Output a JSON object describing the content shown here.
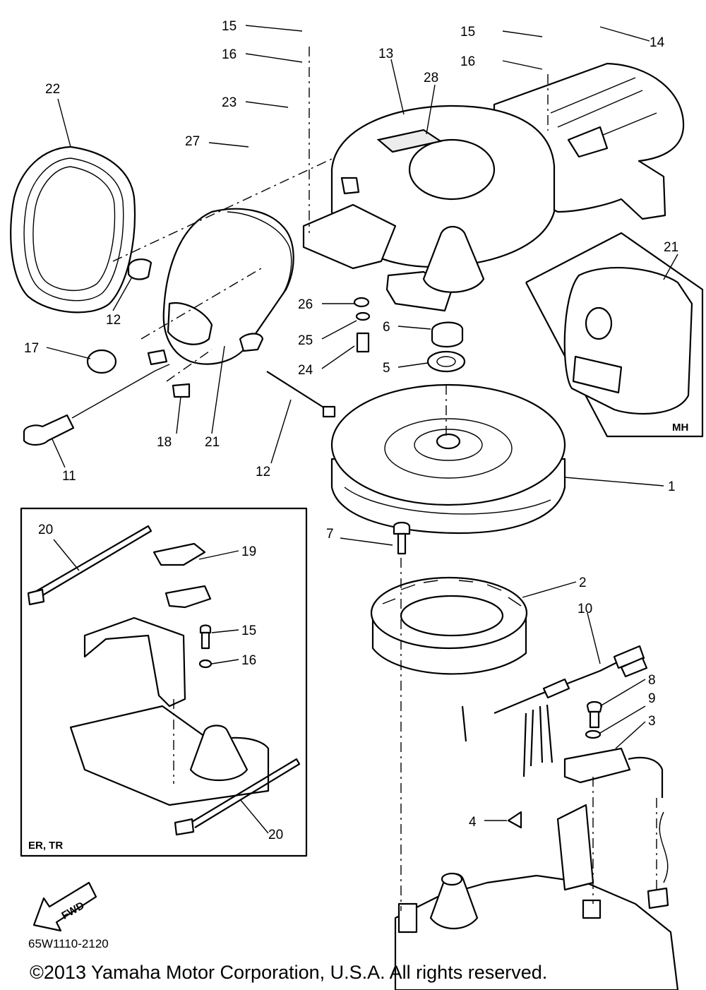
{
  "callouts": [
    {
      "id": "c15a",
      "text": "15"
    },
    {
      "id": "c16a",
      "text": "16"
    },
    {
      "id": "c13",
      "text": "13"
    },
    {
      "id": "c15b",
      "text": "15"
    },
    {
      "id": "c14",
      "text": "14"
    },
    {
      "id": "c16b",
      "text": "16"
    },
    {
      "id": "c22",
      "text": "22"
    },
    {
      "id": "c23",
      "text": "23"
    },
    {
      "id": "c28",
      "text": "28"
    },
    {
      "id": "c27",
      "text": "27"
    },
    {
      "id": "c21a",
      "text": "21"
    },
    {
      "id": "c12a",
      "text": "12"
    },
    {
      "id": "c26",
      "text": "26"
    },
    {
      "id": "c6",
      "text": "6"
    },
    {
      "id": "c25",
      "text": "25"
    },
    {
      "id": "c17",
      "text": "17"
    },
    {
      "id": "c24",
      "text": "24"
    },
    {
      "id": "c5",
      "text": "5"
    },
    {
      "id": "c18",
      "text": "18"
    },
    {
      "id": "c21b",
      "text": "21"
    },
    {
      "id": "c12b",
      "text": "12"
    },
    {
      "id": "c11",
      "text": "11"
    },
    {
      "id": "c1",
      "text": "1"
    },
    {
      "id": "c20a",
      "text": "20"
    },
    {
      "id": "c7",
      "text": "7"
    },
    {
      "id": "c19",
      "text": "19"
    },
    {
      "id": "c2",
      "text": "2"
    },
    {
      "id": "c10",
      "text": "10"
    },
    {
      "id": "c15c",
      "text": "15"
    },
    {
      "id": "c16c",
      "text": "16"
    },
    {
      "id": "c8",
      "text": "8"
    },
    {
      "id": "c9",
      "text": "9"
    },
    {
      "id": "c3",
      "text": "3"
    },
    {
      "id": "c4",
      "text": "4"
    },
    {
      "id": "c20b",
      "text": "20"
    }
  ],
  "variants": {
    "mh": "MH",
    "er_tr": "ER, TR"
  },
  "direction_label": "FWD",
  "diagram_code": "65W1110-2120",
  "copyright": "©2013 Yamaha Motor Corporation, U.S.A. All rights reserved."
}
